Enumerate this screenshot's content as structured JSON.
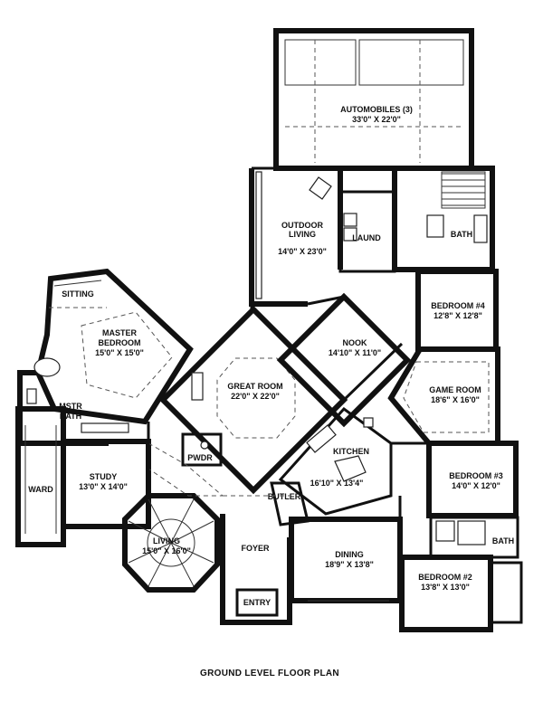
{
  "plan": {
    "caption": "GROUND LEVEL FLOOR PLAN",
    "rooms": {
      "automobiles": {
        "name": "AUTOMOBILES (3)",
        "dims": "33'0\" X 22'0\""
      },
      "outdoor_living": {
        "name1": "OUTDOOR",
        "name2": "LIVING",
        "dims": "14'0\" X 23'0\""
      },
      "laund": {
        "name": "LAUND"
      },
      "bath_upper": {
        "name": "BATH"
      },
      "bedroom4": {
        "name": "BEDROOM #4",
        "dims": "12'8\" X 12'8\""
      },
      "sitting": {
        "name": "SITTING"
      },
      "master_bedroom": {
        "name1": "MASTER",
        "name2": "BEDROOM",
        "dims": "15'0\" X 15'0\""
      },
      "nook": {
        "name": "NOOK",
        "dims": "14'10\" X 11'0\""
      },
      "great_room": {
        "name": "GREAT ROOM",
        "dims": "22'0\" X 22'0\""
      },
      "game_room": {
        "name": "GAME ROOM",
        "dims": "18'6\" X 16'0\""
      },
      "mstr_bath": {
        "name1": "MSTR",
        "name2": "BATH"
      },
      "kitchen": {
        "name": "KITCHEN",
        "dims": "16'10\" X 13'4\""
      },
      "bedroom3": {
        "name": "BEDROOM #3",
        "dims": "14'0\" X 12'0\""
      },
      "ward": {
        "name": "WARD"
      },
      "study": {
        "name": "STUDY",
        "dims": "13'0\" X 14'0\""
      },
      "pwdr": {
        "name": "PWDR"
      },
      "butler": {
        "name": "BUTLER"
      },
      "living": {
        "name": "LIVING",
        "dims": "15'0\" X 16'0\""
      },
      "foyer": {
        "name": "FOYER"
      },
      "dining": {
        "name": "DINING",
        "dims": "18'9\" X 13'8\""
      },
      "bath_lower": {
        "name": "BATH"
      },
      "bedroom2": {
        "name": "BEDROOM #2",
        "dims": "13'8\" X 13'0\""
      },
      "entry": {
        "name": "ENTRY"
      }
    }
  }
}
